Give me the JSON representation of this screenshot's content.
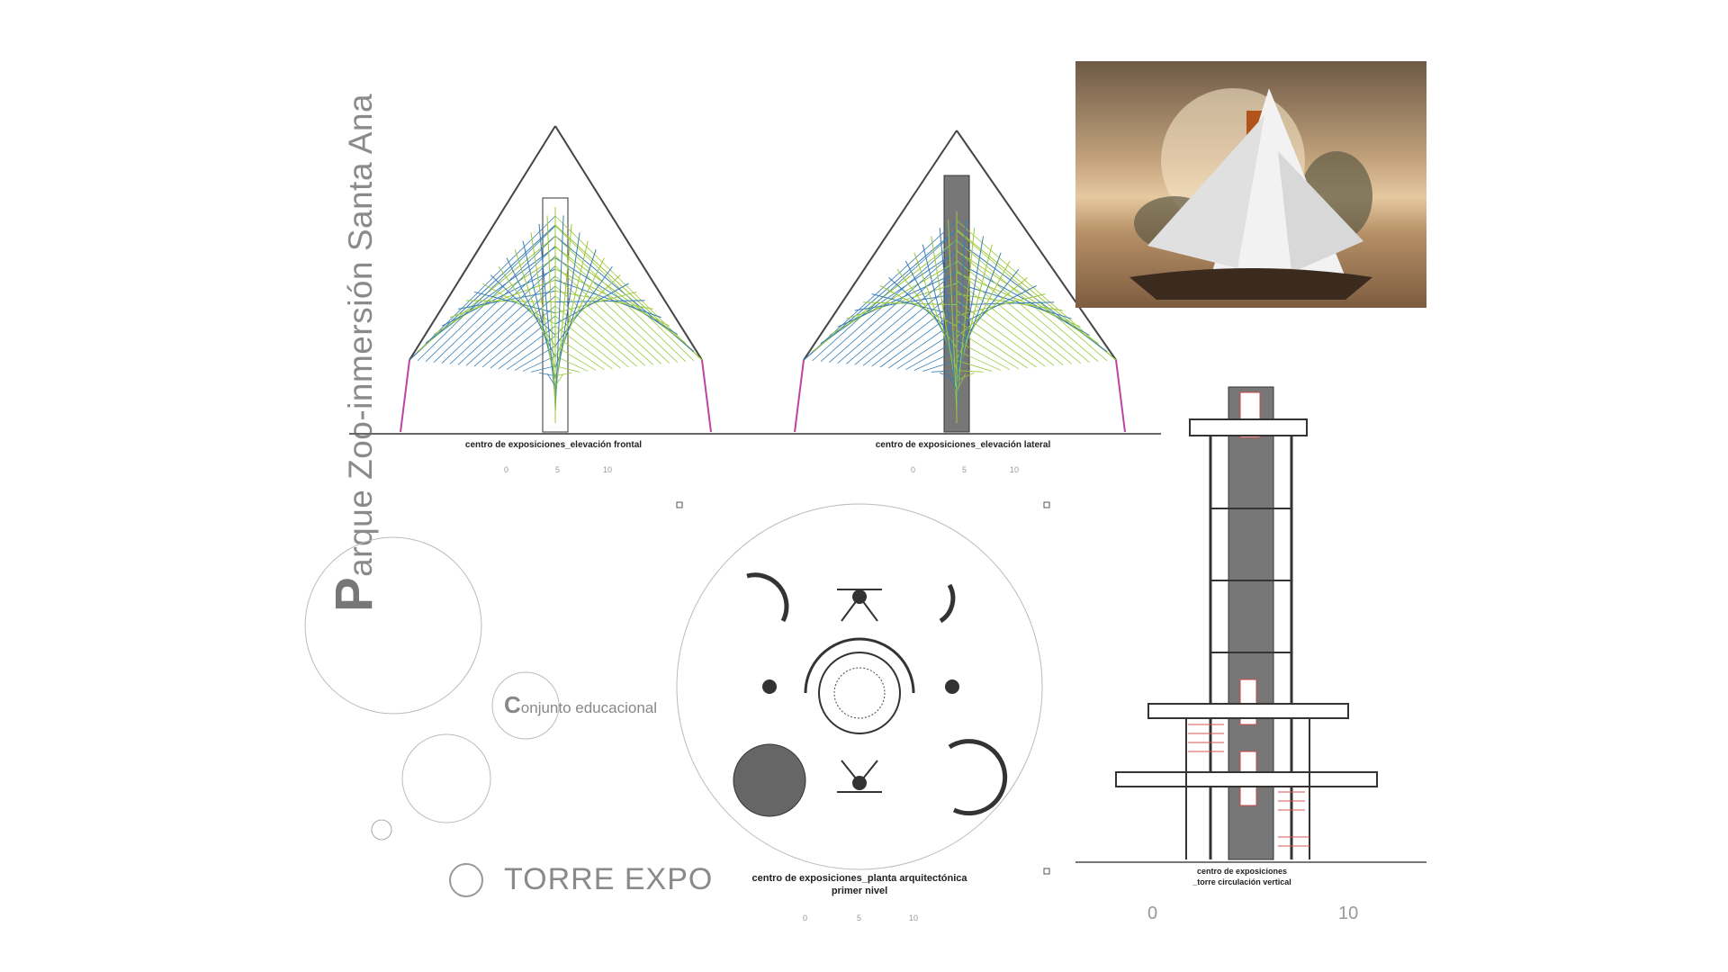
{
  "title": {
    "initial": "P",
    "rest": "arque Zoo-inmersión Santa Ana"
  },
  "drawings": {
    "front": {
      "caption": "centro de exposiciones_elevación frontal",
      "scale": [
        "0",
        "5",
        "10"
      ]
    },
    "lateral": {
      "caption": "centro de exposiciones_elevación lateral",
      "scale": [
        "0",
        "5",
        "10"
      ]
    },
    "plan": {
      "caption": "centro de exposiciones_planta arquitectónica",
      "subcaption": "primer nivel",
      "scale": [
        "0",
        "5",
        "10"
      ]
    },
    "tower": {
      "caption": "centro de exposiciones",
      "subcaption": "_torre circulación vertical",
      "scale": [
        "0",
        "10"
      ]
    }
  },
  "labels": {
    "conjunto_initial": "C",
    "conjunto_rest": "onjunto educacional",
    "torre": "TORRE EXPO"
  },
  "colors": {
    "cable_blue": "#3a7fb5",
    "cable_green": "#9cc83c",
    "pink": "#c040a0",
    "gray": "#777777"
  }
}
